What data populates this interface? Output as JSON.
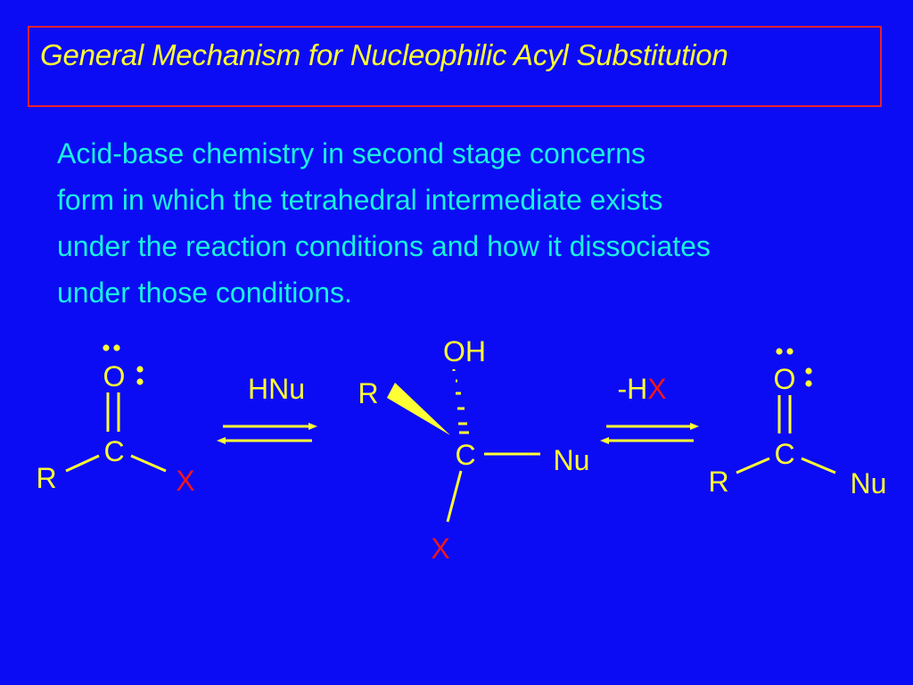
{
  "title": "General Mechanism for Nucleophilic Acyl Substitution",
  "body_lines": [
    "Acid-base chemistry in second stage concerns",
    "form in which the tetrahedral intermediate exists",
    "under the reaction conditions and how it dissociates",
    "under those conditions."
  ],
  "colors": {
    "background": "#0c0cf4",
    "title_text": "#ffff33",
    "title_border": "#e8222a",
    "body_text": "#19f0e0",
    "structure": "#ffff33",
    "highlight": "#f01818"
  },
  "scheme": {
    "reactant": {
      "oxygen": "O",
      "carbon": "C",
      "r_group": "R",
      "leaving_group": "X"
    },
    "step1": {
      "reagent_h": "H",
      "reagent_nu": "Nu"
    },
    "intermediate": {
      "hydroxyl": "OH",
      "r_group": "R",
      "carbon": "C",
      "nucleophile": "Nu",
      "leaving_group": "X"
    },
    "step2": {
      "reagent_prefix": "-H",
      "reagent_x": "X"
    },
    "product": {
      "oxygen": "O",
      "carbon": "C",
      "r_group": "R",
      "nucleophile": "Nu"
    }
  }
}
